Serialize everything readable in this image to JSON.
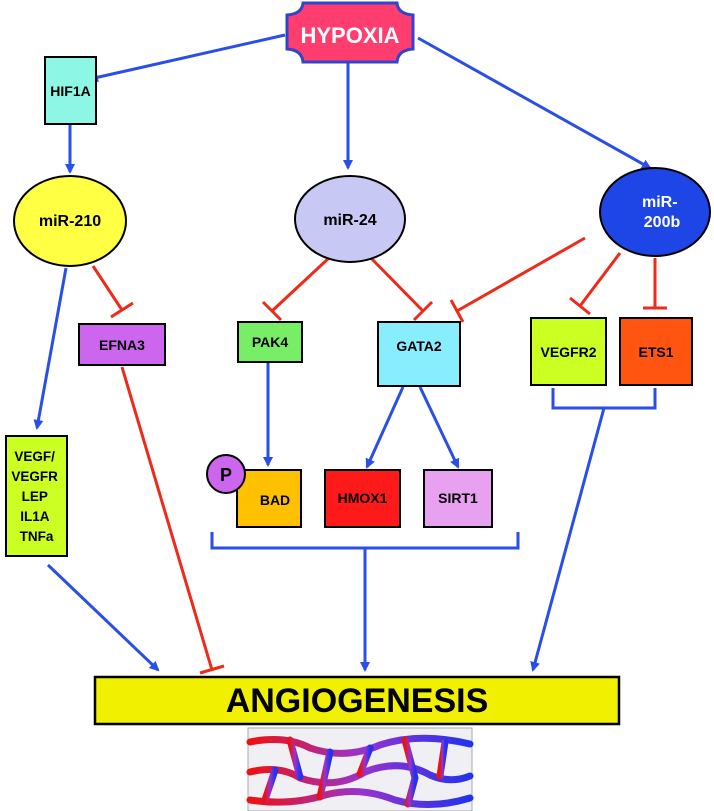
{
  "nodes": {
    "hypoxia": {
      "label": "HYPOXIA",
      "fill": "#ff3d6e"
    },
    "hif1a": {
      "label": "HIF1A",
      "fill": "#8ef6e4"
    },
    "mir210": {
      "label": "miR-210",
      "fill": "#ffff44"
    },
    "mir24": {
      "label": "miR-24",
      "fill": "#c8c8f4"
    },
    "mir200b": {
      "lines": [
        "miR-",
        "200b"
      ],
      "fill": "#1e46e6"
    },
    "efna3": {
      "label": "EFNA3",
      "fill": "#cc66ee"
    },
    "pak4": {
      "label": "PAK4",
      "fill": "#77ee66"
    },
    "gata2": {
      "label": "GATA2",
      "fill": "#88eeff"
    },
    "vegfr2": {
      "label": "VEGFR2",
      "fill": "#ccff22"
    },
    "ets1": {
      "label": "ETS1",
      "fill": "#ff5511"
    },
    "vegf_group": {
      "lines": [
        "VEGF/",
        "VEGFR",
        "LEP",
        "IL1A",
        "TNFa"
      ],
      "fill": "#ccff22"
    },
    "bad": {
      "label": "BAD",
      "fill": "#ffc000"
    },
    "p_badge": {
      "label": "P",
      "fill": "#cc66ee"
    },
    "hmox1": {
      "label": "HMOX1",
      "fill": "#ff1a1a"
    },
    "sirt1": {
      "label": "SIRT1",
      "fill": "#e8a0f0"
    },
    "angiogenesis": {
      "label": "ANGIOGENESIS",
      "fill": "#f0f000"
    }
  },
  "colors": {
    "activation": "#2a4ee8",
    "inhibition": "#ee2a1a"
  }
}
